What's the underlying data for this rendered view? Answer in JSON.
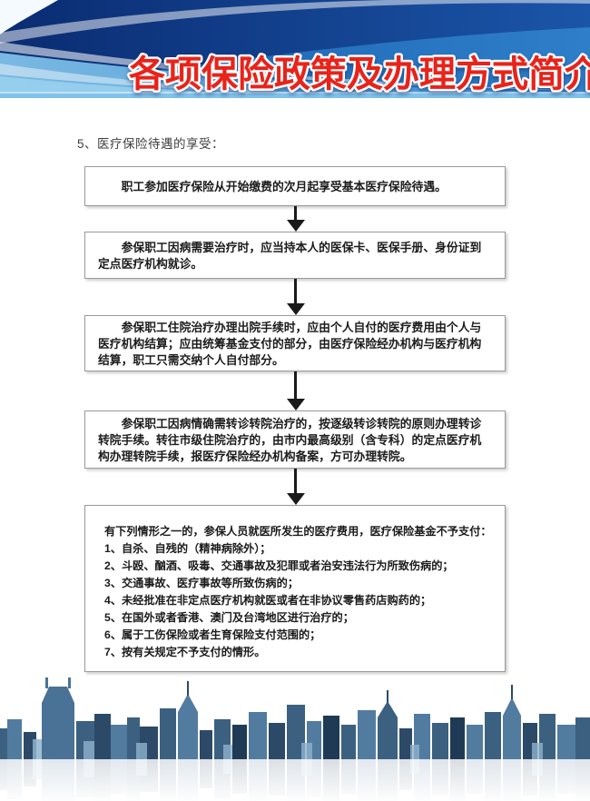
{
  "header": {
    "title": "各项保险政策及办理方式简介"
  },
  "section_heading": "5、医疗保险待遇的享受：",
  "flowchart": {
    "steps": [
      "职工参加医疗保险从开始缴费的次月起享受基本医疗保险待遇。",
      "参保职工因病需要治疗时，应当持本人的医保卡、医保手册、身份证到定点医疗机构就诊。",
      "参保职工住院治疗办理出院手续时，应由个人自付的医疗费用由个人与医疗机构结算；应由统筹基金支付的部分，由医疗保险经办机构与医疗机构结算，职工只需交纳个人自付部分。",
      "参保职工因病情确需转诊转院治疗的，按逐级转诊转院的原则办理转诊转院手续。转往市级住院治疗的，由市内最高级别（含专科）的定点医疗机构办理转院手续，报医疗保险经办机构备案，方可办理转院。"
    ],
    "non_payment": {
      "intro": "有下列情形之一的，参保人员就医所发生的医疗费用，医疗保险基金不予支付：",
      "items": [
        "1、自杀、自残的（精神病除外）；",
        "2、斗殴、酗酒、吸毒、交通事故及犯罪或者治安违法行为所致伤病的；",
        "3、交通事故、医疗事故等所致伤病的；",
        "4、未经批准在非定点医疗机构就医或者在非协议零售药店购药的；",
        "5、在国外或者香港、澳门及台湾地区进行治疗的；",
        "6、属于工伤保险或者生育保险支付范围的；",
        "7、按有关规定不予支付的情形。"
      ]
    }
  },
  "colors": {
    "title_red": "#e8231a",
    "title_outline": "#ffffff",
    "header_dark_blue": "#0a2c72",
    "header_mid_blue": "#2273c2",
    "header_light_strip": "#7fc3ec",
    "box_border": "#9a9a9a",
    "box_text": "#1b1b1b",
    "arrow_black": "#1a1a1a"
  }
}
